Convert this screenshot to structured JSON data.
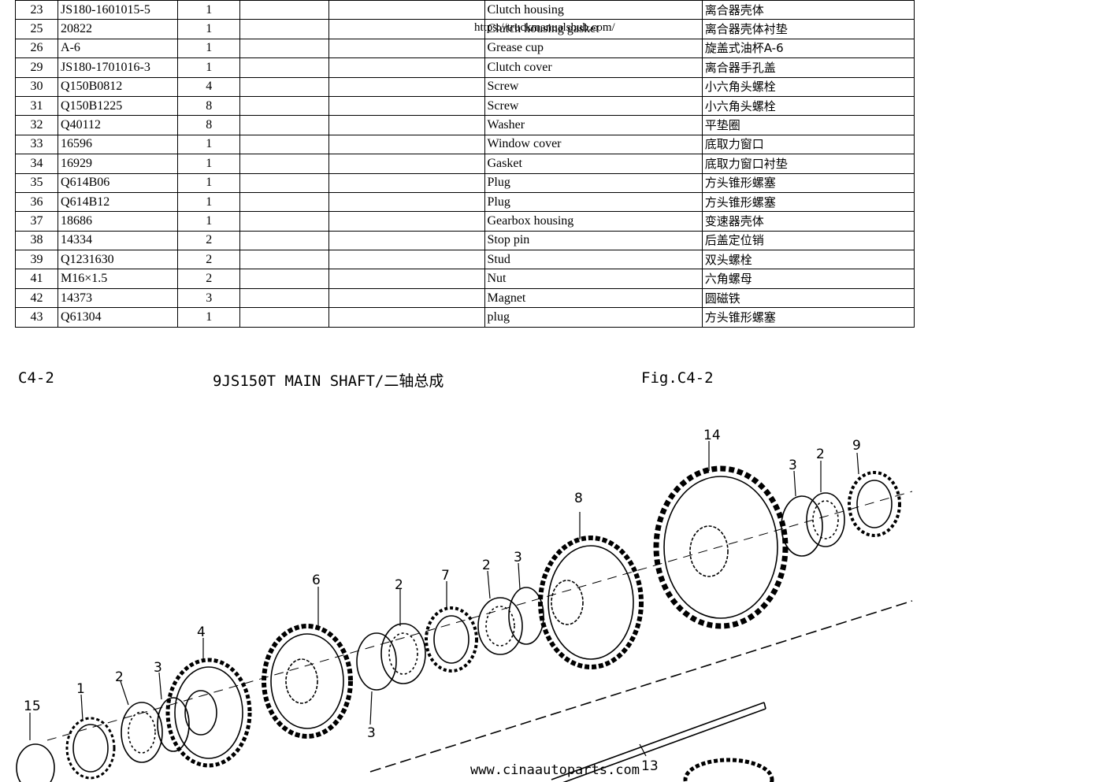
{
  "parts_table": {
    "rows": [
      [
        "23",
        "JS180-1601015-5",
        "1",
        "",
        "",
        "Clutch housing",
        "离合器壳体"
      ],
      [
        "25",
        "20822",
        "1",
        "",
        "",
        "Clutch housing gasket",
        "离合器壳体衬垫"
      ],
      [
        "26",
        "A-6",
        "1",
        "",
        "",
        "Grease cup",
        "旋盖式油杯A-6"
      ],
      [
        "29",
        "JS180-1701016-3",
        "1",
        "",
        "",
        "Clutch cover",
        "离合器手孔盖"
      ],
      [
        "30",
        "Q150B0812",
        "4",
        "",
        "",
        "Screw",
        "小六角头螺栓"
      ],
      [
        "31",
        "Q150B1225",
        "8",
        "",
        "",
        "Screw",
        "小六角头螺栓"
      ],
      [
        "32",
        "Q40112",
        "8",
        "",
        "",
        "Washer",
        "平垫圈"
      ],
      [
        "33",
        "16596",
        "1",
        "",
        "",
        "Window cover",
        "底取力窗口"
      ],
      [
        "34",
        "16929",
        "1",
        "",
        "",
        "Gasket",
        "底取力窗口衬垫"
      ],
      [
        "35",
        "Q614B06",
        "1",
        "",
        "",
        "Plug",
        "方头锥形螺塞"
      ],
      [
        "36",
        "Q614B12",
        "1",
        "",
        "",
        "Plug",
        "方头锥形螺塞"
      ],
      [
        "37",
        "18686",
        "1",
        "",
        "",
        "Gearbox housing",
        "变速器壳体"
      ],
      [
        "38",
        "14334",
        "2",
        "",
        "",
        "Stop pin",
        "后盖定位销"
      ],
      [
        "39",
        "Q1231630",
        "2",
        "",
        "",
        "Stud",
        "双头螺栓"
      ],
      [
        "41",
        "M16×1.5",
        "2",
        "",
        "",
        "Nut",
        "六角螺母"
      ],
      [
        "42",
        "14373",
        "3",
        "",
        "",
        "Magnet",
        "圆磁铁"
      ],
      [
        "43",
        "Q61304",
        "1",
        "",
        "",
        "plug",
        "方头锥形螺塞"
      ]
    ]
  },
  "watermark": "https://truckmanualshub.com/",
  "section": {
    "code": "C4-2",
    "title": "9JS150T MAIN SHAFT/二轴总成",
    "fig": "Fig.C4-2"
  },
  "diagram": {
    "labels": [
      "15",
      "1",
      "2",
      "3",
      "4",
      "6",
      "3",
      "2",
      "7",
      "2",
      "3",
      "8",
      "14",
      "3",
      "2",
      "9",
      "13"
    ]
  },
  "footer": "www.cinaautoparts.com"
}
